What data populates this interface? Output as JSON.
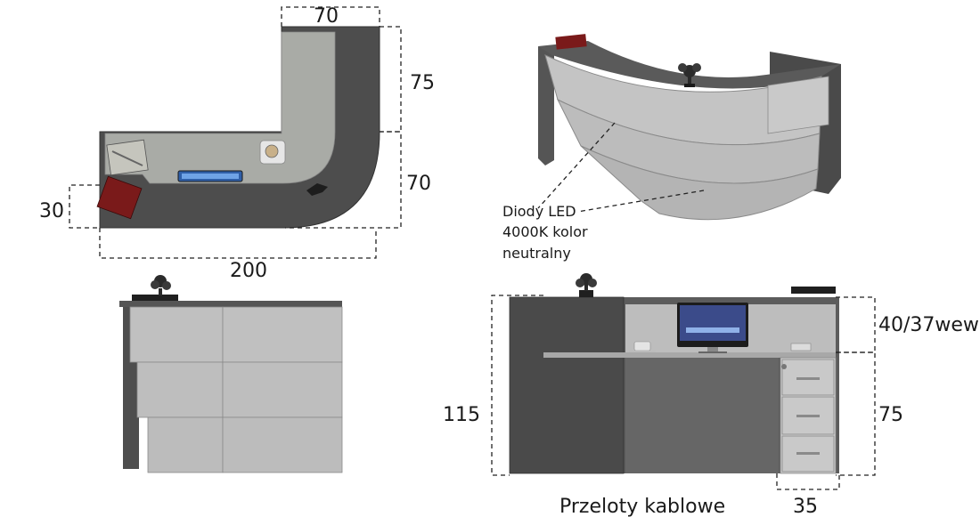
{
  "top_view": {
    "dim_top_width": "70",
    "dim_right_upper": "75",
    "dim_right_lower": "70",
    "dim_left_depth": "30",
    "dim_total_width": "200"
  },
  "perspective_view": {
    "note_line1": "Diody LED",
    "note_line2": "4000K kolor",
    "note_line3": "neutralny"
  },
  "front_view": {
    "dim_height_total": "115",
    "dim_top_shelf": "40/37wew",
    "dim_desk_height": "75",
    "dim_drawer_width": "35",
    "caption": "Przeloty kablowe"
  },
  "colors": {
    "dark_panel": "#4a4a4a",
    "light_panel": "#bdbdbd",
    "mid_panel": "#9e9e9e",
    "accent_red": "#7a1a1a"
  }
}
